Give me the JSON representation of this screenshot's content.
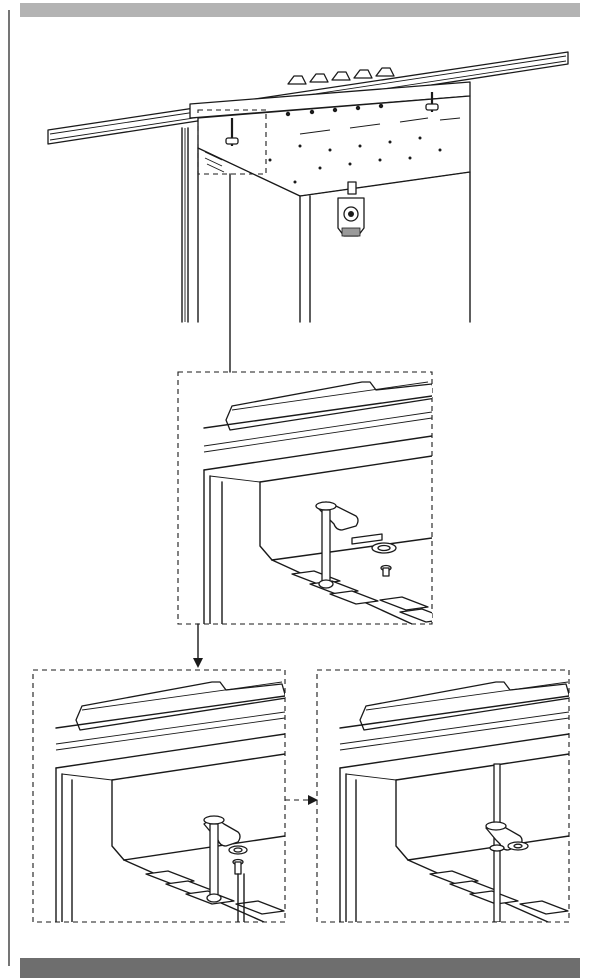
{
  "page": {
    "header_bar_color": "#b3b3b3",
    "footer_bar_color": "#6e6e6e",
    "line_color": "#1a1a1a",
    "background": "#ffffff"
  },
  "figures": [
    {
      "id": "overview",
      "kind": "cabinet-top-overview"
    },
    {
      "id": "detail-1",
      "kind": "hinge-bracket-with-pin"
    },
    {
      "id": "detail-2",
      "kind": "pin-and-screw-being-inserted"
    },
    {
      "id": "detail-3",
      "kind": "pin-inserted-through-bracket"
    }
  ]
}
